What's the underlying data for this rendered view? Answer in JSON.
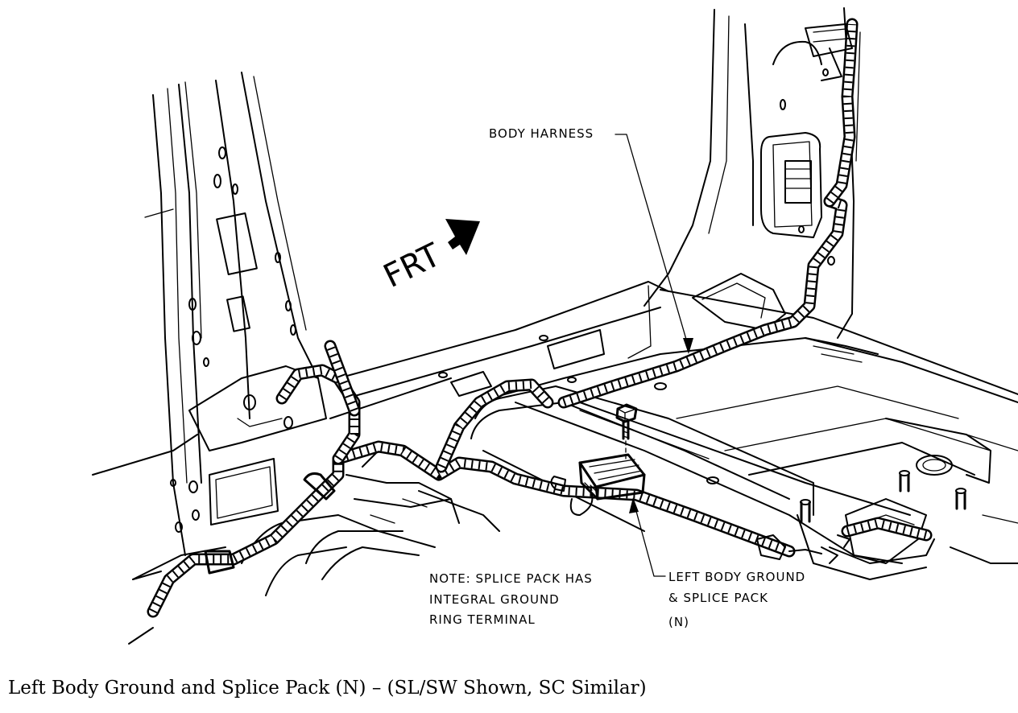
{
  "labels": {
    "body_harness": "BODY HARNESS",
    "frt": "FRT",
    "note_line1": "NOTE: SPLICE PACK HAS",
    "note_line2": "INTEGRAL GROUND",
    "note_line3": "RING TERMINAL",
    "ground_line1": "LEFT BODY GROUND",
    "ground_line2": "& SPLICE PACK",
    "ground_line3": "(N)"
  },
  "caption": "Left Body Ground and Splice Pack (N) – (SL/SW Shown, SC Similar)"
}
